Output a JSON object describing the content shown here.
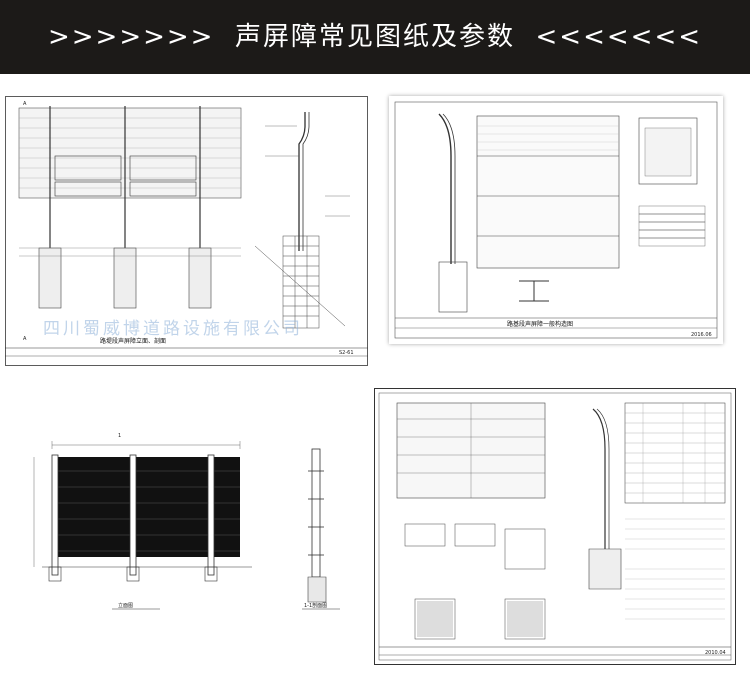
{
  "banner": {
    "title": ">>>>>>>  声屏障常见图纸及参数  <<<<<<<"
  },
  "drawing_1": {
    "caption": "路堤段声屏障立面、剖面",
    "sheet_no": "S2-61",
    "section_marks": [
      "A",
      "A"
    ],
    "watermark": "四川蜀威博道路设施有限公司"
  },
  "drawing_2": {
    "caption": "路基段声屏障一般构造图",
    "footer_date": "2016.06"
  },
  "drawing_3": {
    "caption_left": "立面图",
    "caption_right": "1-1剖面图",
    "section_mark": "1"
  },
  "drawing_4": {
    "footer_date": "2010.04"
  }
}
